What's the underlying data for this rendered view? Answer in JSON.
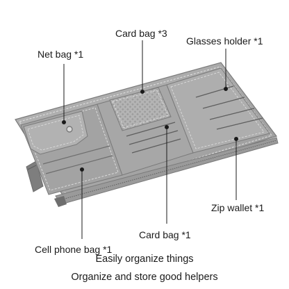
{
  "annotations": {
    "net_bag": "Net bag *1",
    "card_bag_3": "Card bag *3",
    "glasses_holder": "Glasses holder *1",
    "zip_wallet": "Zip wallet *1",
    "card_bag_1": "Card bag *1",
    "cell_phone_bag": "Cell phone bag *1"
  },
  "captions": {
    "line1": "Easily organize things",
    "line2": "Organize and store good helpers"
  },
  "colors": {
    "leather": "#a9a9a9",
    "leather_dark": "#8c8c8c",
    "stitch": "#e2e2e2",
    "leader": "#1a1a1a",
    "background": "#ffffff"
  }
}
